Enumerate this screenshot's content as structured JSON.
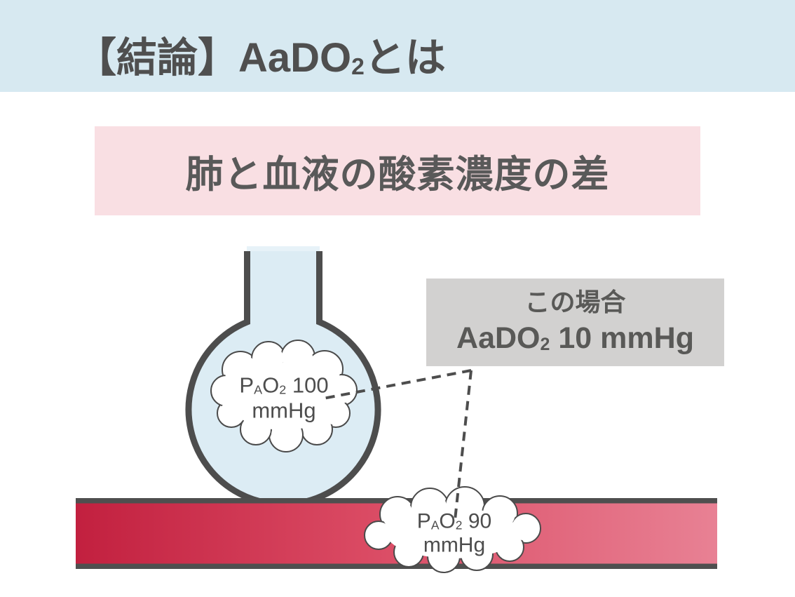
{
  "header": {
    "title_pre": "【結論】AaDO",
    "title_sub": "2",
    "title_post": "とは"
  },
  "subtitle_banner": {
    "text": "肺と血液の酸素濃度の差"
  },
  "case_box": {
    "line1": "この場合",
    "line2_pre": "AaDO",
    "line2_sub": "2",
    "line2_post": "10 mmHg"
  },
  "alveolus_cloud": {
    "symbol_p": "P",
    "symbol_sub_a": "A",
    "symbol_o": "O",
    "symbol_sub_2": "2",
    "value": "100",
    "unit": "mmHg"
  },
  "artery_cloud": {
    "symbol_p": "P",
    "symbol_sub_a": "A",
    "symbol_o": "O",
    "symbol_sub_2": "2",
    "value": "90",
    "unit": "mmHg"
  },
  "colors": {
    "header_bg": "#d7e9f1",
    "banner_bg": "#f9dfe3",
    "flask_fill": "#dcecf4",
    "outline_dark": "#4d4d4d",
    "case_box_bg": "#d2d1d0",
    "blood_red_dark": "#c2203f",
    "blood_red_mid": "#da4a63",
    "blood_red_light": "#e88194",
    "band_border": "#4f4f4f",
    "cloud_fill": "#ffffff",
    "cloud_stroke": "#4a4a4a",
    "text_dark": "#4f4f4f"
  }
}
